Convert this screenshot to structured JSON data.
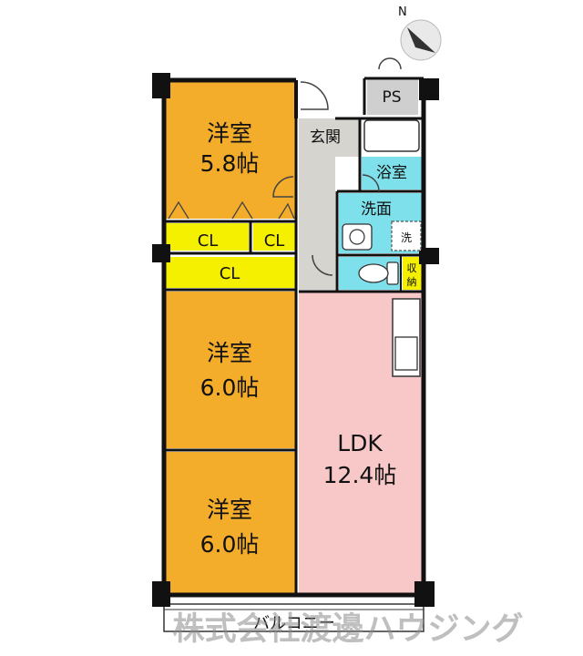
{
  "compass": {
    "label": "N"
  },
  "rooms": {
    "bedroom_top": {
      "name": "洋室",
      "size": "5.8帖"
    },
    "bedroom_mid": {
      "name": "洋室",
      "size": "6.0帖"
    },
    "bedroom_bottom": {
      "name": "洋室",
      "size": "6.0帖"
    },
    "ldk": {
      "name": "LDK",
      "size": "12.4帖"
    },
    "entrance": "玄関",
    "bath": "浴室",
    "washroom": "洗面",
    "washer": "洗",
    "storage": [
      "収",
      "納"
    ],
    "ps": "PS",
    "closets": [
      "CL",
      "CL",
      "CL"
    ],
    "balcony": "バルコニー"
  },
  "watermark": "株式会社渡邊ハウジング",
  "colors": {
    "bedroom": "#f4ad2b",
    "ldk": "#f8c8c9",
    "entrance": "#d6d4cf",
    "wet": "#7ee0ea",
    "closet": "#f4f000",
    "ps": "#cfcfcf",
    "wall": "#111111"
  }
}
